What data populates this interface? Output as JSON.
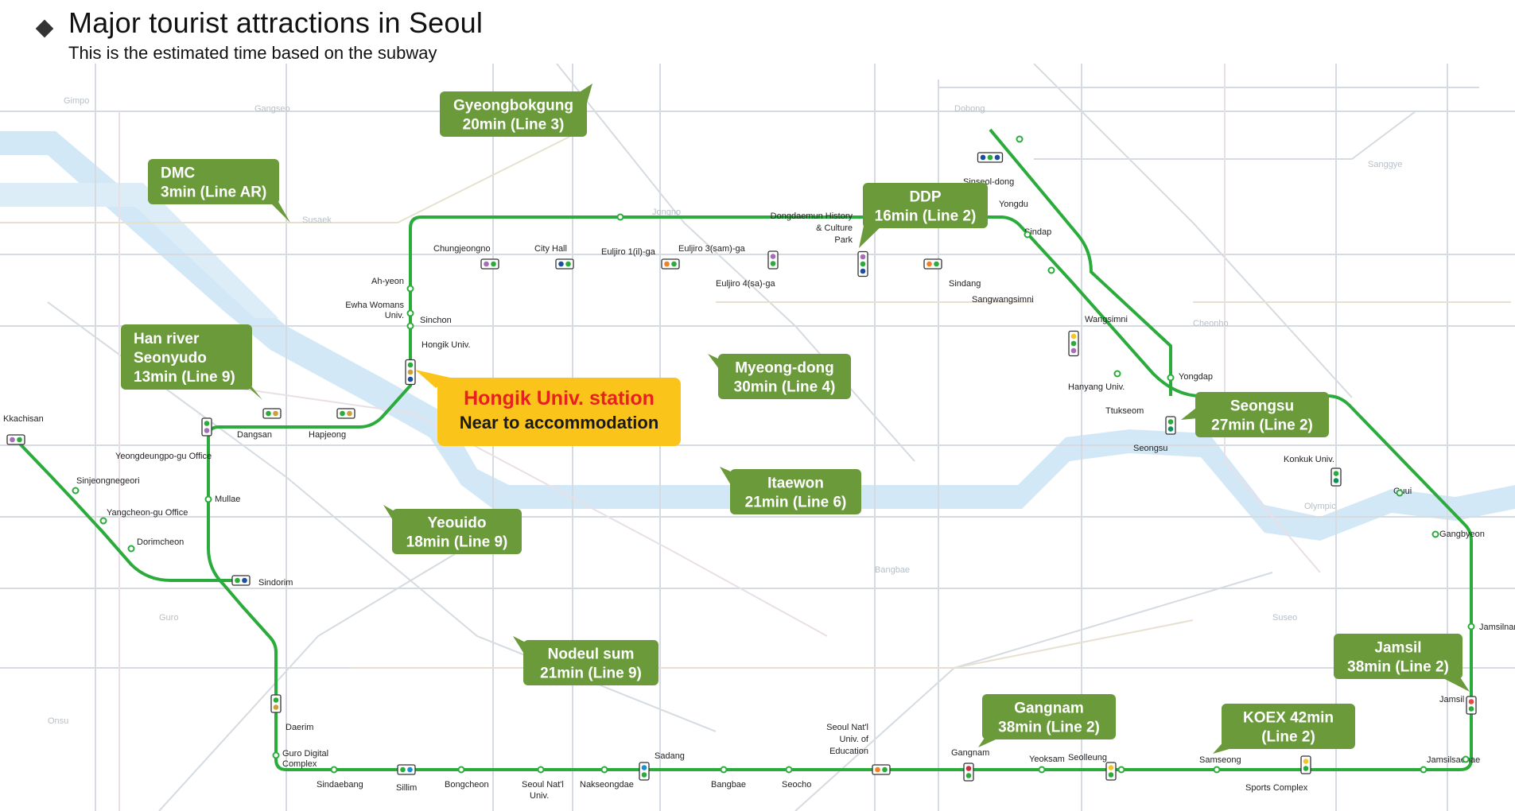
{
  "header": {
    "title": "Major tourist attractions in Seoul",
    "subtitle": "This is the estimated time based on the subway"
  },
  "colors": {
    "line2": "#2bab3c",
    "callout": "#6a9a3a",
    "highlight_bg": "#fbc41a",
    "highlight_title": "#e8201f",
    "river": "#cfe6f5"
  },
  "callouts": [
    {
      "id": "gyeongbokgung",
      "lines": [
        "Gyeongbokgung",
        "20min (Line 3)"
      ]
    },
    {
      "id": "dmc",
      "lines": [
        "DMC",
        "3min (Line AR)"
      ]
    },
    {
      "id": "ddp",
      "lines": [
        "DDP",
        "16min (Line 2)"
      ]
    },
    {
      "id": "han-river",
      "lines": [
        "Han river",
        "Seonyudo",
        "13min (Line 9)"
      ]
    },
    {
      "id": "myeongdong",
      "lines": [
        "Myeong-dong",
        "30min (Line 4)"
      ]
    },
    {
      "id": "seongsu",
      "lines": [
        "Seongsu",
        "27min (Line 2)"
      ]
    },
    {
      "id": "itaewon",
      "lines": [
        "Itaewon",
        "21min (Line 6)"
      ]
    },
    {
      "id": "yeouido",
      "lines": [
        "Yeouido",
        "18min (Line 9)"
      ]
    },
    {
      "id": "nodeul",
      "lines": [
        "Nodeul sum",
        "21min  (Line 9)"
      ]
    },
    {
      "id": "jamsil",
      "lines": [
        "Jamsil",
        "38min (Line 2)"
      ]
    },
    {
      "id": "gangnam",
      "lines": [
        "Gangnam",
        "38min  (Line  2)"
      ]
    },
    {
      "id": "koex",
      "lines": [
        "KOEX 42min",
        "(Line  2)"
      ]
    }
  ],
  "highlight": {
    "title": "Hongik Univ. station",
    "subtitle": "Near to accommodation"
  },
  "stations": [
    {
      "id": "kkachisan",
      "name": "Kkachisan"
    },
    {
      "id": "yeongdeungpo",
      "name": "Yeongdeungpo-gu Office"
    },
    {
      "id": "sinjeongnegeori",
      "name": "Sinjeongnegeori"
    },
    {
      "id": "yangcheon",
      "name": "Yangcheon-gu Office"
    },
    {
      "id": "dorimcheon",
      "name": "Dorimcheon"
    },
    {
      "id": "mullae",
      "name": "Mullae"
    },
    {
      "id": "sindorim",
      "name": "Sindorim"
    },
    {
      "id": "dangsan",
      "name": "Dangsan"
    },
    {
      "id": "hapjeong",
      "name": "Hapjeong"
    },
    {
      "id": "ahyeon",
      "name": "Ah-yeon"
    },
    {
      "id": "ewha1",
      "name": "Ewha Womans"
    },
    {
      "id": "ewha2",
      "name": "Univ."
    },
    {
      "id": "sinchon",
      "name": "Sinchon"
    },
    {
      "id": "hongik",
      "name": "Hongik Univ."
    },
    {
      "id": "chungjeongno",
      "name": "Chungjeongno"
    },
    {
      "id": "cityhall",
      "name": "City Hall"
    },
    {
      "id": "euljiro1",
      "name": "Euljiro 1(il)-ga"
    },
    {
      "id": "euljiro3",
      "name": "Euljiro 3(sam)-ga"
    },
    {
      "id": "euljiro4",
      "name": "Euljiro 4(sa)-ga"
    },
    {
      "id": "ddp1",
      "name": "Dongdaemun History"
    },
    {
      "id": "ddp2",
      "name": "& Culture"
    },
    {
      "id": "ddp3",
      "name": "Park"
    },
    {
      "id": "sindang",
      "name": "Sindang"
    },
    {
      "id": "sangwangsimni",
      "name": "Sangwangsimni"
    },
    {
      "id": "wangsimni",
      "name": "Wangsimni"
    },
    {
      "id": "seongsu",
      "name": "Seongsu"
    },
    {
      "id": "hanyang",
      "name": "Hanyang Univ."
    },
    {
      "id": "ttukseom",
      "name": "Ttukseom"
    },
    {
      "id": "sinseoldong",
      "name": "Sinseol-dong"
    },
    {
      "id": "yongdu",
      "name": "Yongdu"
    },
    {
      "id": "sindap",
      "name": "Sindap"
    },
    {
      "id": "yongdap",
      "name": "Yongdap"
    },
    {
      "id": "konkuk",
      "name": "Konkuk Univ."
    },
    {
      "id": "guui",
      "name": "Guui"
    },
    {
      "id": "gangbyeon",
      "name": "Gangbyeon"
    },
    {
      "id": "jamsilnaru",
      "name": "Jamsilnaru"
    },
    {
      "id": "jamsil",
      "name": "Jamsil"
    },
    {
      "id": "jamsilsaenae",
      "name": "Jamsilsaenae"
    },
    {
      "id": "sportscomplex",
      "name": "Sports Complex"
    },
    {
      "id": "samseong",
      "name": "Samseong"
    },
    {
      "id": "seolleung",
      "name": "Seolleung"
    },
    {
      "id": "yeoksam",
      "name": "Yeoksam"
    },
    {
      "id": "gangnam",
      "name": "Gangnam"
    },
    {
      "id": "edu1",
      "name": "Seoul Nat'l"
    },
    {
      "id": "edu2",
      "name": "Univ. of"
    },
    {
      "id": "edu3",
      "name": "Education"
    },
    {
      "id": "seocho",
      "name": "Seocho"
    },
    {
      "id": "bangbae",
      "name": "Bangbae"
    },
    {
      "id": "sadang",
      "name": "Sadang"
    },
    {
      "id": "nakseongdae",
      "name": "Nakseongdae"
    },
    {
      "id": "snu1",
      "name": "Seoul Nat'l"
    },
    {
      "id": "snu2",
      "name": "Univ."
    },
    {
      "id": "bongcheon",
      "name": "Bongcheon"
    },
    {
      "id": "sillim",
      "name": "Sillim"
    },
    {
      "id": "sindaebang",
      "name": "Sindaebang"
    },
    {
      "id": "guro1",
      "name": "Guro Digital"
    },
    {
      "id": "guro2",
      "name": "Complex"
    },
    {
      "id": "daerim",
      "name": "Daerim"
    }
  ]
}
